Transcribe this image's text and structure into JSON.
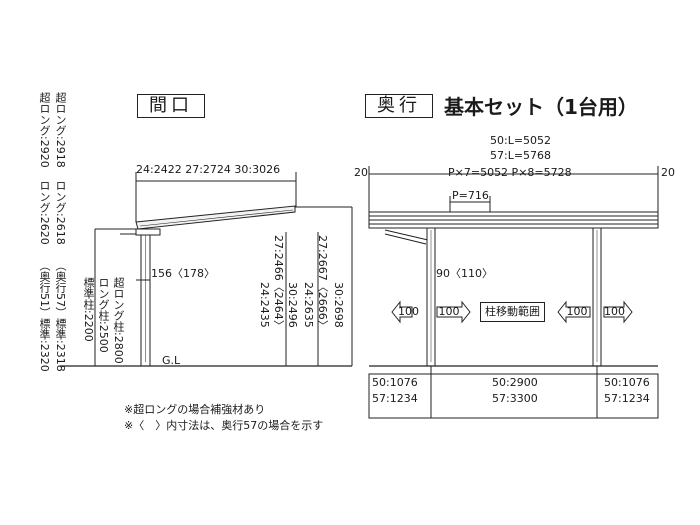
{
  "titles": {
    "front": "間口",
    "side": "奥行",
    "set_name": "基本セット（1台用）"
  },
  "front": {
    "width_label": "24:2422 27:2724 30:3026",
    "ultra_long_height": "超ロング:2920",
    "ultra_long_height_57": "超ロング:2918",
    "long_height": "ロング:2620",
    "long_height_57": "ロング:2618",
    "std_height_51": "（奥行51）標準:2320",
    "std_height_57": "（奥行57）標準:2318",
    "post_std": "標準柱:2200",
    "post_long": "ロング柱:2500",
    "post_ultra": "超ロング柱:2800",
    "offset": "156〈178〉",
    "gl": "G.L",
    "inner_a": "24:2435",
    "inner_b": "27:2466〈2464〉",
    "inner_c": "30:2496",
    "inner_d": "24:2635",
    "inner_e": "27:2667〈2666〉",
    "inner_f": "30:2698"
  },
  "side": {
    "total_50": "50:L=5052",
    "total_57": "57:L=5768",
    "edge_left": "20",
    "edge_right": "20",
    "pitch": "P×7=5052  P×8=5728",
    "p": "P=716",
    "offset": "90〈110〉",
    "clear_left_1": "100",
    "clear_left_2": "100",
    "clear_right_1": "100",
    "clear_right_2": "100",
    "range": "柱移動範囲",
    "bottom_left_50": "50:1076",
    "bottom_left_57": "57:1234",
    "bottom_mid_50": "50:2900",
    "bottom_mid_57": "57:3300",
    "bottom_right_50": "50:1076",
    "bottom_right_57": "57:1234"
  },
  "notes": {
    "note1": "※超ロングの場合補強材あり",
    "note2": "※〈　〉内寸法は、奥行57の場合を示す"
  }
}
